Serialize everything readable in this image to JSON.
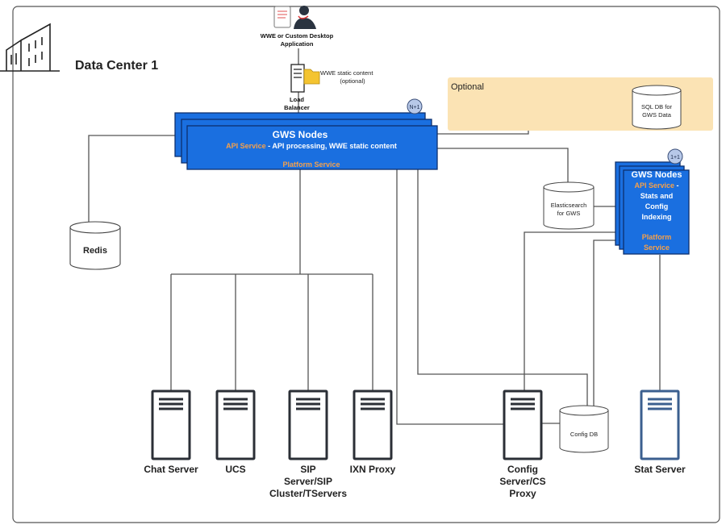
{
  "title": "Data Center 1",
  "client": {
    "line1": "WWE or Custom Desktop",
    "line2": "Application"
  },
  "load_balancer": {
    "line1": "Load",
    "line2": "Balancer"
  },
  "static_content": {
    "line1": "WWE static content",
    "line2": "(optional)"
  },
  "optional_box": {
    "label": "Optional",
    "db_line1": "SQL DB for",
    "db_line2": "GWS Data"
  },
  "gws_main": {
    "badge": "N+1",
    "title": "GWS Nodes",
    "api_label": "API Service",
    "api_desc": " - API processing, WWE static content",
    "platform": "Platform Service"
  },
  "gws_index": {
    "badge": "1+1",
    "title": "GWS Nodes",
    "api_label": "API Service",
    "api_suffix": " -",
    "line2": "Stats and",
    "line3": "Config",
    "line4": "Indexing",
    "platform1": "Platform",
    "platform2": "Service"
  },
  "redis": "Redis",
  "elasticsearch": {
    "line1": "Elasticsearch",
    "line2": "for GWS"
  },
  "config_db": "Config DB",
  "servers": {
    "chat": "Chat Server",
    "ucs": "UCS",
    "sip_line1": "SIP",
    "sip_line2": "Server/SIP",
    "sip_line3": "Cluster/TServers",
    "ixn": "IXN Proxy",
    "config_line1": "Config",
    "config_line2": "Server/CS",
    "config_line3": "Proxy",
    "stat": "Stat Server"
  },
  "colors": {
    "gws_blue": "#1a6fe0",
    "gws_border": "#0d2f6e",
    "accent_orange": "#f5a04a",
    "optional_fill": "#fbe3b4",
    "server_dark": "#2b2f36",
    "server_blue": "#3b5f8f"
  }
}
